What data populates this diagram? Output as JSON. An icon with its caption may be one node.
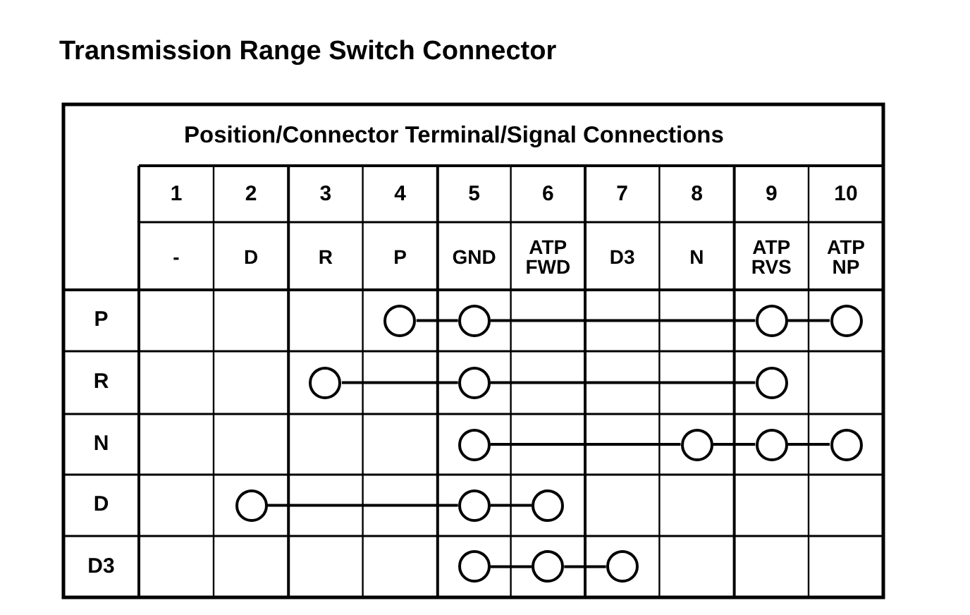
{
  "diagram": {
    "title": "Transmission Range Switch Connector",
    "nodes": [
      {
        "text": [],
        "shape": "circle"
      },
      {
        "text": [],
        "shape": "circle"
      },
      {
        "text": [],
        "shape": "circle"
      },
      {
        "text": [],
        "shape": "circle"
      },
      {
        "text": [],
        "shape": "circle"
      },
      {
        "text": [],
        "shape": "circle"
      },
      {
        "text": [],
        "shape": "circle"
      },
      {
        "text": [],
        "shape": "circle"
      },
      {
        "text": [],
        "shape": "circle"
      },
      {
        "text": [],
        "shape": "circle"
      },
      {
        "text": [],
        "shape": "circle"
      },
      {
        "text": [],
        "shape": "circle"
      },
      {
        "text": [],
        "shape": "circle"
      },
      {
        "text": [],
        "shape": "circle"
      },
      {
        "text": [],
        "shape": "circle"
      },
      {
        "text": [],
        "shape": "circle"
      },
      {
        "text": [],
        "shape": "circle"
      }
    ],
    "edges": [
      {
        "from": 0,
        "to": 1,
        "arrow": "none"
      },
      {
        "from": 1,
        "to": 2,
        "arrow": "none"
      },
      {
        "from": 2,
        "to": 3,
        "arrow": "none"
      },
      {
        "from": 4,
        "to": 5,
        "arrow": "none"
      },
      {
        "from": 5,
        "to": 6,
        "arrow": "none"
      },
      {
        "from": 7,
        "to": 8,
        "arrow": "none"
      },
      {
        "from": 8,
        "to": 9,
        "arrow": "none"
      },
      {
        "from": 9,
        "to": 10,
        "arrow": "none"
      },
      {
        "from": 11,
        "to": 12,
        "arrow": "none"
      },
      {
        "from": 12,
        "to": 13,
        "arrow": "none"
      },
      {
        "from": 14,
        "to": 15,
        "arrow": "none"
      },
      {
        "from": 15,
        "to": 16,
        "arrow": "none"
      }
    ],
    "labels": [
      "Position/Connector Terminal/Signal Connections",
      "1",
      "2",
      "3",
      "4",
      "5",
      "6",
      "7",
      "8",
      "9",
      "10",
      "-",
      "D",
      "R",
      "P",
      "GND",
      "ATP FWD",
      "D3",
      "N",
      "ATP RVS",
      "ATP NP",
      "P",
      "R",
      "N",
      "D",
      "D3"
    ]
  }
}
